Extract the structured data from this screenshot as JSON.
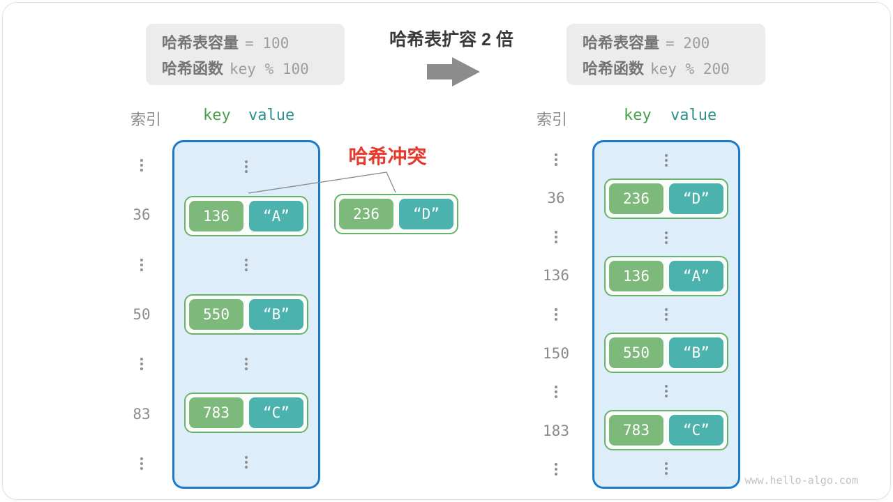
{
  "title": "哈希表扩容 2 倍",
  "collision_label": "哈希冲突",
  "watermark": "www.hello-algo.com",
  "info_left": {
    "line1_label": "哈希表容量",
    "line1_code": "= 100",
    "line2_label": "哈希函数",
    "line2_code": "key % 100"
  },
  "info_right": {
    "line1_label": "哈希表容量",
    "line1_code": "= 200",
    "line2_label": "哈希函数",
    "line2_code": "key % 200"
  },
  "headers": {
    "index": "索引",
    "key": "key",
    "value": "value"
  },
  "left_table": {
    "rows": [
      {
        "type": "dots"
      },
      {
        "type": "pair",
        "index": "36",
        "key": "136",
        "value": "“A”"
      },
      {
        "type": "dots"
      },
      {
        "type": "pair",
        "index": "50",
        "key": "550",
        "value": "“B”"
      },
      {
        "type": "dots"
      },
      {
        "type": "pair",
        "index": "83",
        "key": "783",
        "value": "“C”"
      },
      {
        "type": "dots"
      }
    ]
  },
  "right_table": {
    "rows": [
      {
        "type": "dots"
      },
      {
        "type": "pair",
        "index": "36",
        "key": "236",
        "value": "“D”"
      },
      {
        "type": "dots"
      },
      {
        "type": "pair",
        "index": "136",
        "key": "136",
        "value": "“A”"
      },
      {
        "type": "dots"
      },
      {
        "type": "pair",
        "index": "150",
        "key": "550",
        "value": "“B”"
      },
      {
        "type": "dots"
      },
      {
        "type": "pair",
        "index": "183",
        "key": "783",
        "value": "“C”"
      },
      {
        "type": "dots"
      }
    ]
  },
  "collision_pair": {
    "key": "236",
    "value": "“D”"
  },
  "colors": {
    "key_green": "#7eb97c",
    "value_teal": "#4cb2ad",
    "pair_border": "#68b269",
    "table_border": "#1b7ac9",
    "table_bg": "#ddedf9",
    "collision_red": "#e5392c",
    "info_bg": "#ececec",
    "gray_text": "#8a8a8a"
  }
}
